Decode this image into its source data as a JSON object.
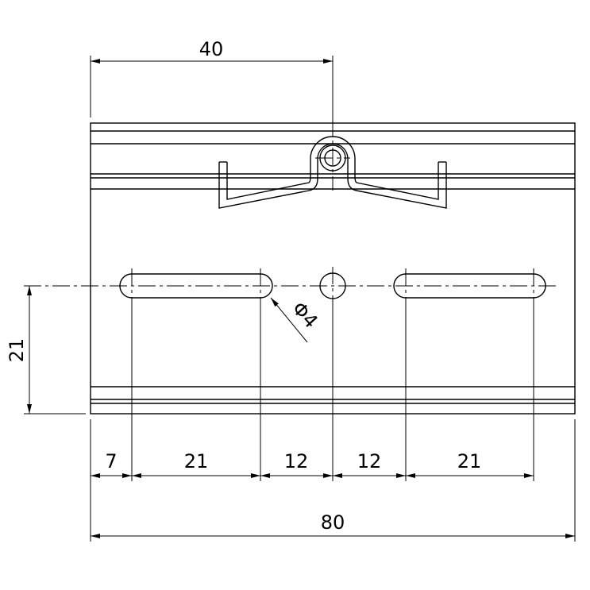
{
  "dimensions": {
    "top_width": "40",
    "hole_diameter": "Φ4",
    "slot_height": "21",
    "seg_1": "7",
    "seg_2": "21",
    "seg_3": "12",
    "seg_4": "12",
    "seg_5": "21",
    "overall_width": "80"
  }
}
